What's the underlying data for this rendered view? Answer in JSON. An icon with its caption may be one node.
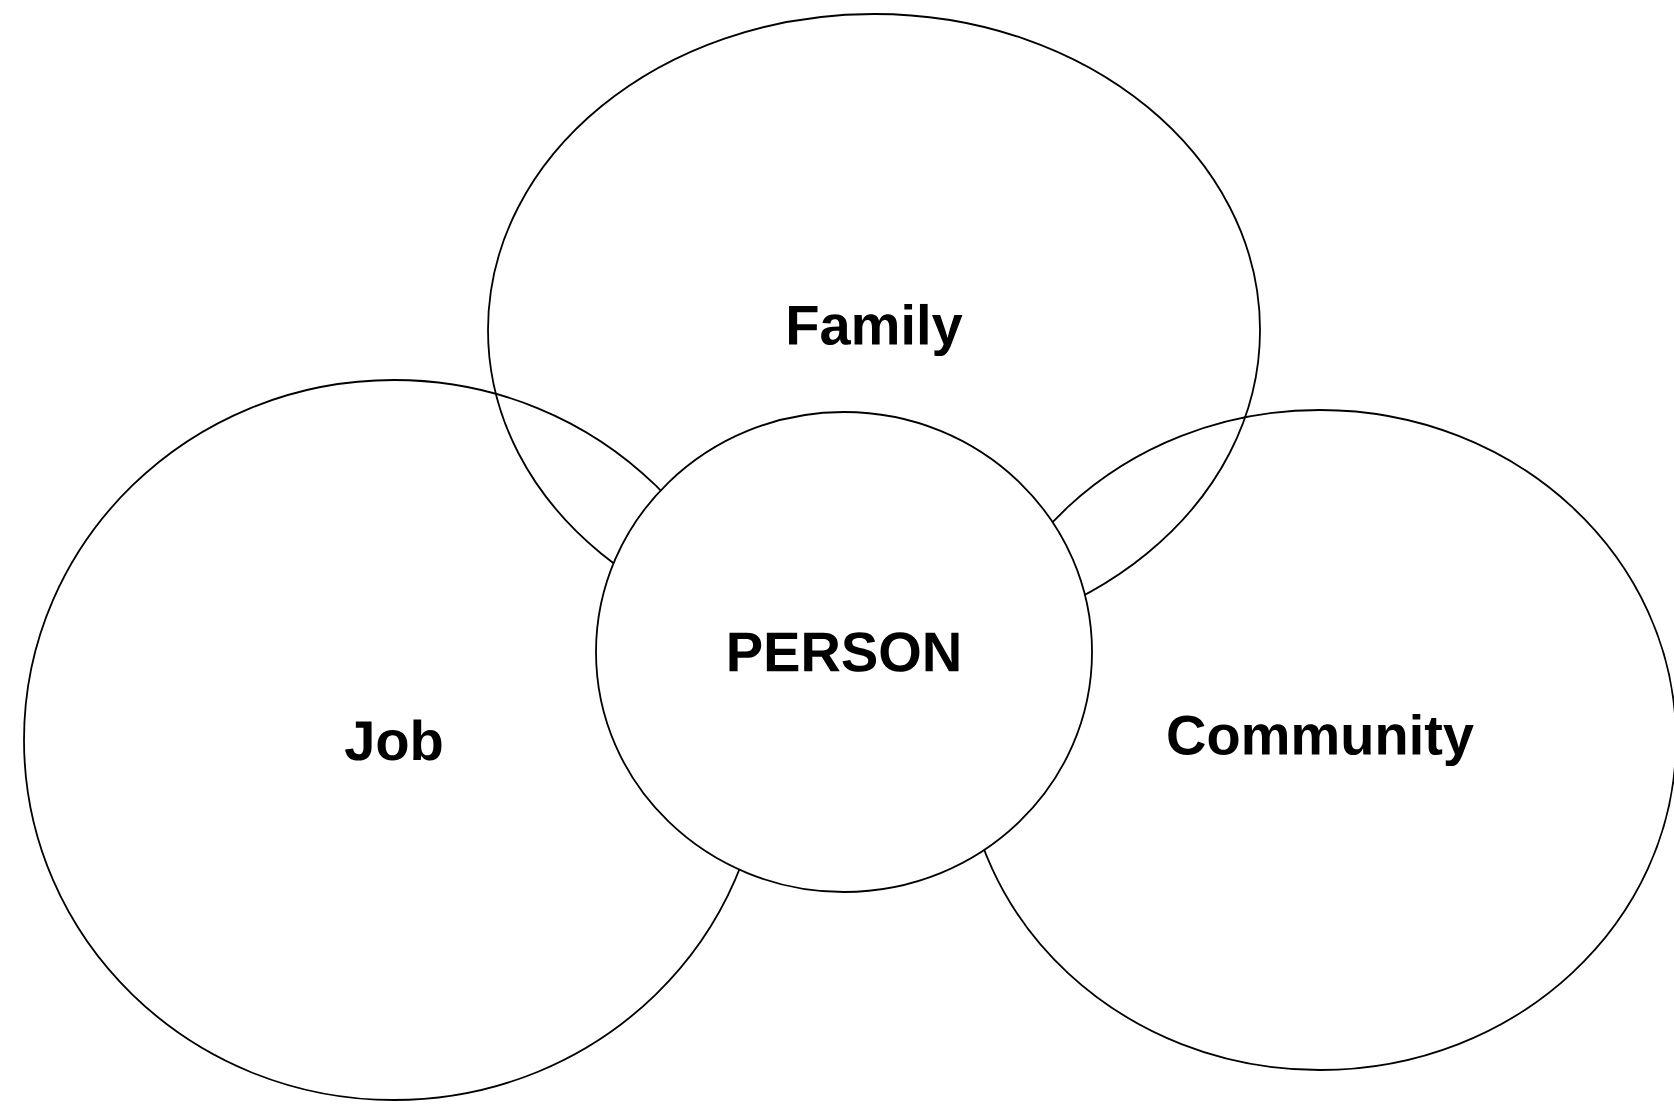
{
  "diagram": {
    "nodes": [
      {
        "text": [
          "Family"
        ]
      },
      {
        "text": [
          "Job"
        ]
      },
      {
        "text": [
          "PERSON"
        ]
      },
      {
        "text": [
          "Community"
        ]
      }
    ]
  }
}
